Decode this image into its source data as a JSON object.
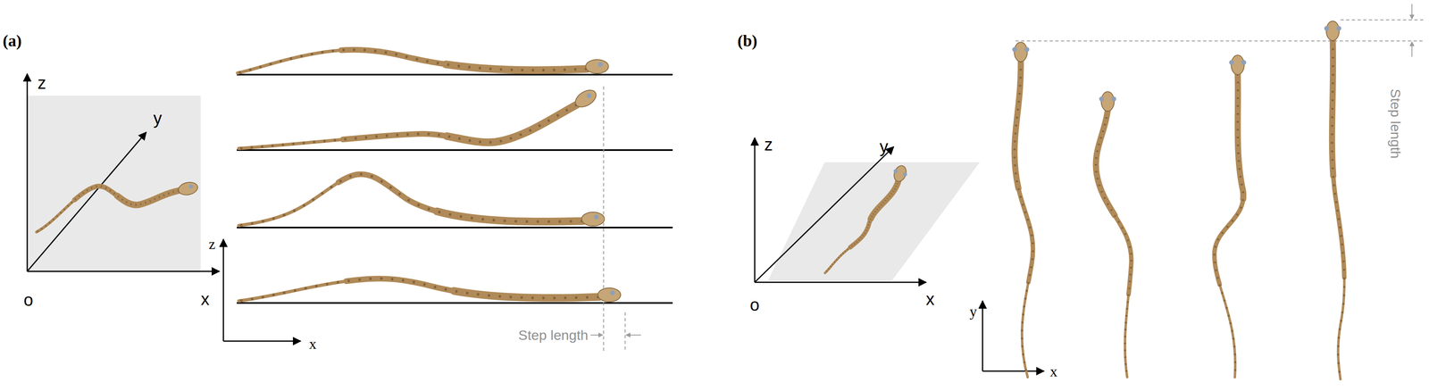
{
  "diagram": {
    "labels": [
      "(a)",
      "z",
      "y",
      "o",
      "x",
      "z",
      "x",
      "Step length",
      "(b)",
      "z",
      "y",
      "o",
      "x",
      "y",
      "x",
      "Step length"
    ]
  }
}
